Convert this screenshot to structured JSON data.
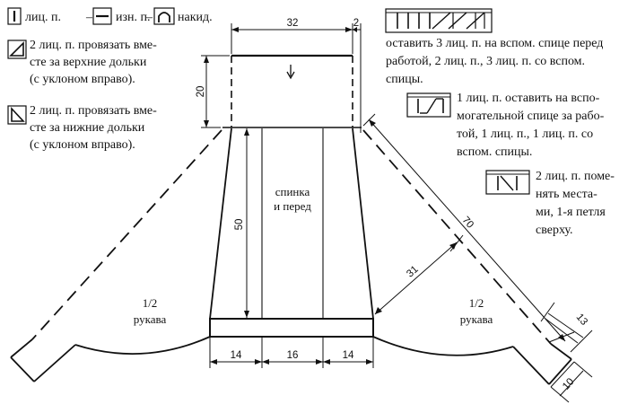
{
  "legend": {
    "knit": "лиц. п.",
    "purl": "изн. п.",
    "yarn_over": "накид.",
    "k2tog_right_lines": [
      "2 лиц. п. провязать вме-",
      "сте за верхние дольки",
      "(с уклоном вправо)."
    ],
    "k2tog_back_lines": [
      "2 лиц. п. провязать вме-",
      "сте за нижние дольки",
      "(с уклоном вправо)."
    ],
    "cable_6_lines": [
      "оставить 3 лиц. п. на вспом. спице перед",
      "работой, 2 лиц. п., 3 лиц. п. со вспом.",
      "спицы."
    ],
    "cross_2_lines": [
      "1 лиц. п. оставить на  вспо-",
      "могательной спице за рабо-",
      "той, 1 лиц. п., 1 лиц. п. со",
      "вспом. спицы."
    ],
    "swap_2_lines": [
      "2 лиц. п. поме-",
      "нять   места-",
      "ми, 1-я петля",
      "сверху."
    ]
  },
  "schematic": {
    "body_label_lines": [
      "спинка",
      "и перед"
    ],
    "sleeve_left_lines": [
      "1/2",
      "рукава"
    ],
    "sleeve_right_lines": [
      "1/2",
      "рукава"
    ],
    "dim_top_width": "32",
    "dim_top_small": "2",
    "dim_yoke_height": "20",
    "dim_body_height": "50",
    "dim_bottom_left": "14",
    "dim_bottom_mid": "16",
    "dim_bottom_right": "14",
    "dim_sleeve_length": "70",
    "dim_sleeve_inner": "31",
    "dim_cuff_side": "13",
    "dim_cuff_end": "10"
  }
}
